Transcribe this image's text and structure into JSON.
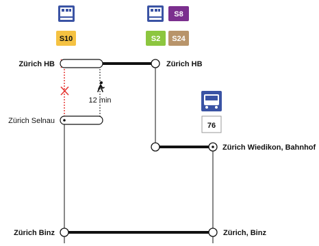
{
  "colors": {
    "train_icon_bg": "#3a53a4",
    "bus_icon_bg": "#3a53a4",
    "s10": "#f5c242",
    "s8": "#7b2f8e",
    "s2": "#8cc63f",
    "s24": "#b8946a",
    "line": "#111111",
    "red_dotted": "#e53935",
    "cross": "#e53935"
  },
  "icons": {
    "left_transport": "train-icon",
    "middle_transport": "train-icon",
    "bus_transport": "bus-icon",
    "walk": "pedestrian-icon",
    "cancelled": "cross-icon"
  },
  "lines": {
    "s10": "S10",
    "s8": "S8",
    "s2": "S2",
    "s24": "S24",
    "bus76": "76"
  },
  "walk": {
    "duration": "12 min"
  },
  "stations": {
    "zurich_hb_left": "Zürich HB",
    "zurich_hb_right": "Zürich HB",
    "zurich_selnau": "Zürich Selnau",
    "zurich_wiedikon": "Zürich Wiedikon, Bahnhof",
    "zurich_binz_left": "Zürich Binz",
    "zurich_binz_right": "Zürich, Binz"
  }
}
